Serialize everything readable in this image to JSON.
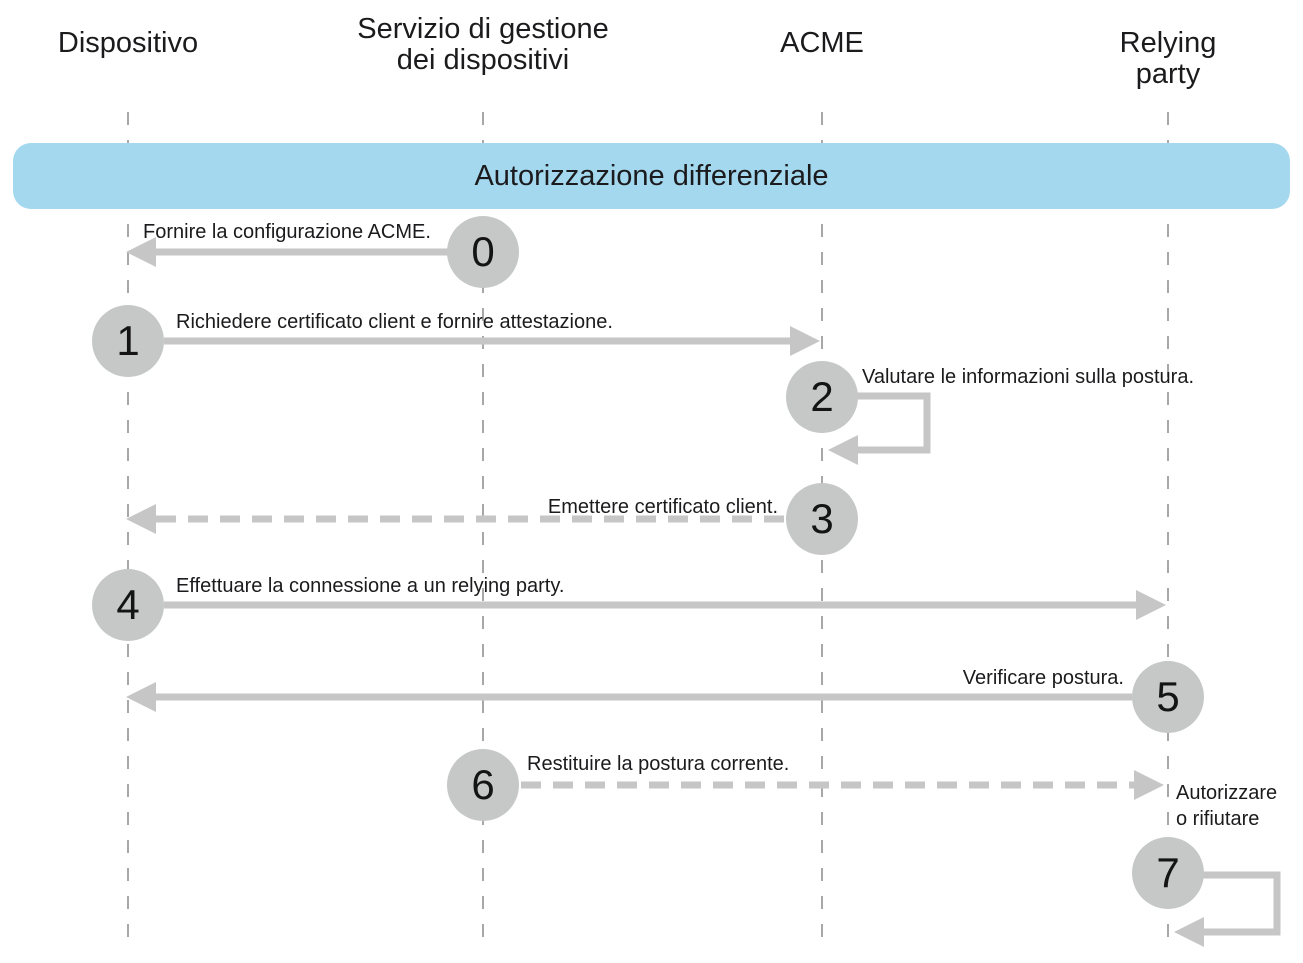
{
  "diagram": {
    "banner": {
      "title": "Autorizzazione differenziale"
    },
    "actors": [
      {
        "id": "dispositivo",
        "label": "Dispositivo"
      },
      {
        "id": "servizio-gestione-dispositivi",
        "label": "Servizio di gestione\ndei dispositivi"
      },
      {
        "id": "acme",
        "label": "ACME"
      },
      {
        "id": "relying-party",
        "label": "Relying party"
      }
    ],
    "steps": [
      {
        "number": "0",
        "label": "Fornire la configurazione ACME.",
        "from": "Servizio di gestione dei dispositivi",
        "to": "Dispositivo",
        "line_style": "solid"
      },
      {
        "number": "1",
        "label": "Richiedere certificato client e fornire attestazione.",
        "from": "Dispositivo",
        "to": "ACME",
        "line_style": "solid"
      },
      {
        "number": "2",
        "label": "Valutare le informazioni sulla postura.",
        "from": "ACME",
        "to": "ACME",
        "line_style": "self-loop"
      },
      {
        "number": "3",
        "label": "Emettere certificato client.",
        "from": "ACME",
        "to": "Dispositivo",
        "line_style": "dashed"
      },
      {
        "number": "4",
        "label": "Effettuare la connessione a un relying party.",
        "from": "Dispositivo",
        "to": "Relying party",
        "line_style": "solid"
      },
      {
        "number": "5",
        "label": "Verificare postura.",
        "from": "Relying party",
        "to": "Dispositivo",
        "line_style": "solid"
      },
      {
        "number": "6",
        "label": "Restituire la postura corrente.",
        "from": "Servizio di gestione dei dispositivi",
        "to": "Relying party",
        "line_style": "dashed"
      },
      {
        "number": "7",
        "label": "Autorizzare\no rifiutare",
        "from": "Relying party",
        "to": "Relying party",
        "line_style": "self-loop"
      }
    ],
    "colors": {
      "text": "#1b1b1d",
      "banner": "#a4d8ef",
      "circle": "#c6c7c7",
      "arrow": "#c6c6c6",
      "lifeline": "#a8a8a8"
    }
  }
}
